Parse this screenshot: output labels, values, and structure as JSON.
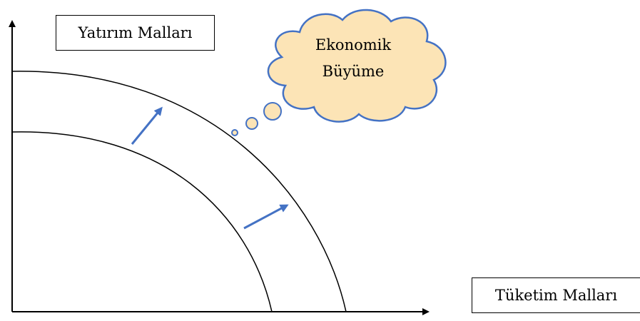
{
  "labels": {
    "y_axis": "Yatırım Malları",
    "x_axis": "Tüketim Malları"
  },
  "callout": {
    "line1": "Ekonomik",
    "line2": "Büyüme"
  },
  "colors": {
    "axis": "#000000",
    "curve": "#000000",
    "arrow": "#4472c4",
    "cloud_fill": "#fce4b6",
    "cloud_stroke": "#4472c4"
  }
}
